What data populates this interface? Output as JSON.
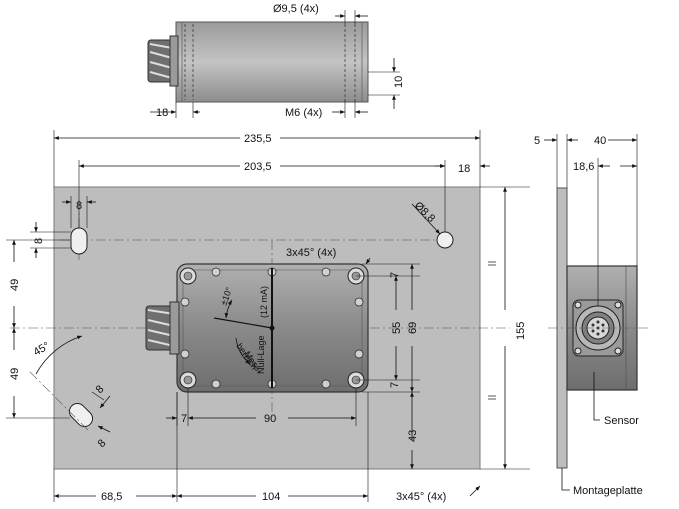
{
  "colors": {
    "plate": "#bfbfbf",
    "plate_edge": "#7a7a7a",
    "housing": "#8c8c8c",
    "housing_light": "#a6a6a6",
    "housing_dark": "#4a4a4a",
    "line": "#111111",
    "centerline": "#555555"
  },
  "top_view": {
    "dia_holes": "Ø9,5 (4x)",
    "dim_18": "18",
    "thread": "M6 (4x)",
    "dim_10": "10"
  },
  "front_view": {
    "overall_width": "235,5",
    "hole_spacing": "203,5",
    "dim_18_right": "18",
    "dim_8_top": "8",
    "dim_8_left": "8",
    "hole_dia": "Ø8,8",
    "chamfer_top": "3x45° (4x)",
    "dim_49_upper": "49",
    "dim_49_lower": "49",
    "angle_45": "45°",
    "slot_8_a": "8",
    "slot_8_b": "8",
    "dim_55": "55",
    "dim_69": "69",
    "dim_7_right_upper": "7",
    "dim_7_right_lower": "7",
    "dim_7_left": "7",
    "dim_90": "90",
    "dim_43": "43",
    "dim_155": "155",
    "dim_68_5": "68,5",
    "dim_104": "104",
    "chamfer_bottom": "3x45° (4x)",
    "pointer_angle": "±10°",
    "zero_position": "Null-Lage",
    "current": "(12 mA)",
    "measuring_range_1": "Mess-",
    "measuring_range_2": "bereich"
  },
  "side_view": {
    "dim_5": "5",
    "dim_40": "40",
    "dim_18_6": "18,6",
    "sensor_label": "Sensor",
    "plate_label": "Montageplatte"
  }
}
